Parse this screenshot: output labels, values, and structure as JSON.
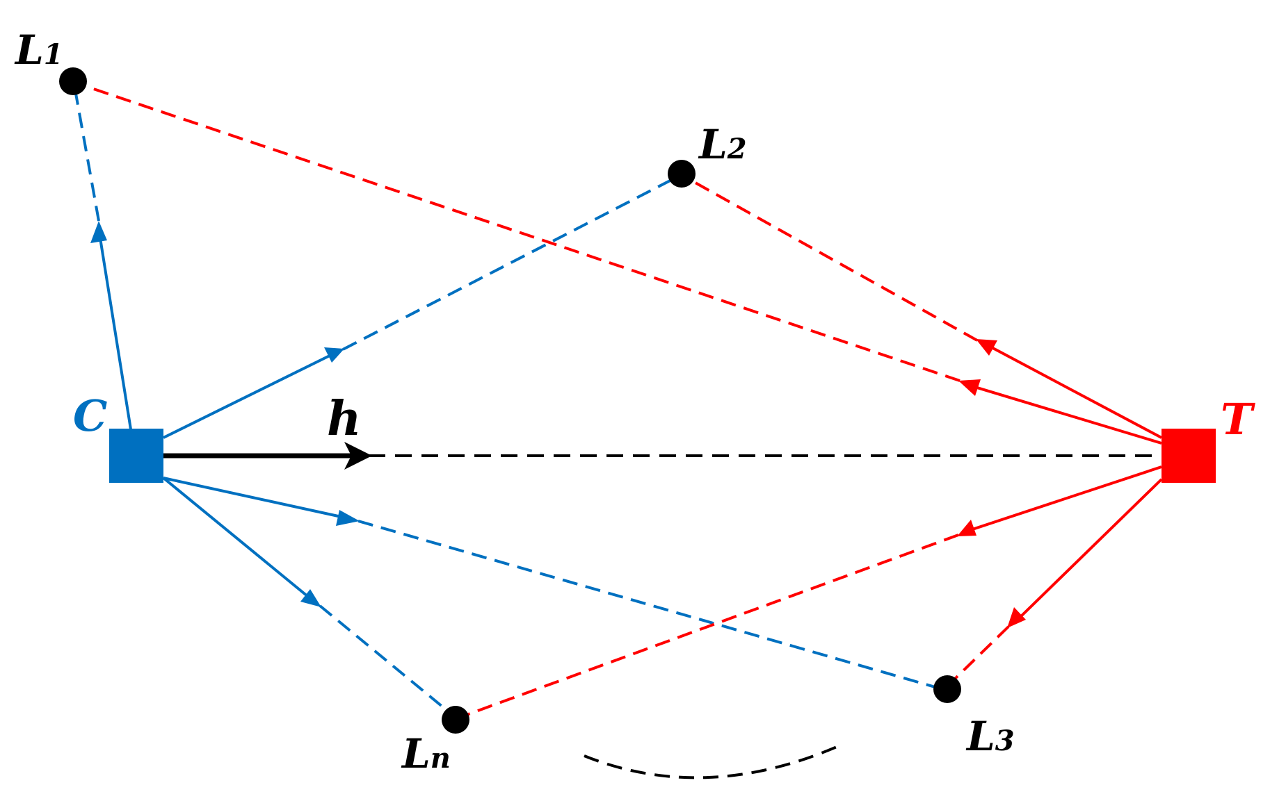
{
  "colors": {
    "camera": "#0070C0",
    "target": "#FF0000",
    "landmark": "#000000",
    "heading": "#000000"
  },
  "labels": {
    "camera": "C",
    "target": "T",
    "heading": "h",
    "landmark_letter": "L",
    "landmark_1_sub": "1",
    "landmark_2_sub": "2",
    "landmark_3_sub": "3",
    "landmark_n_sub": "n"
  }
}
